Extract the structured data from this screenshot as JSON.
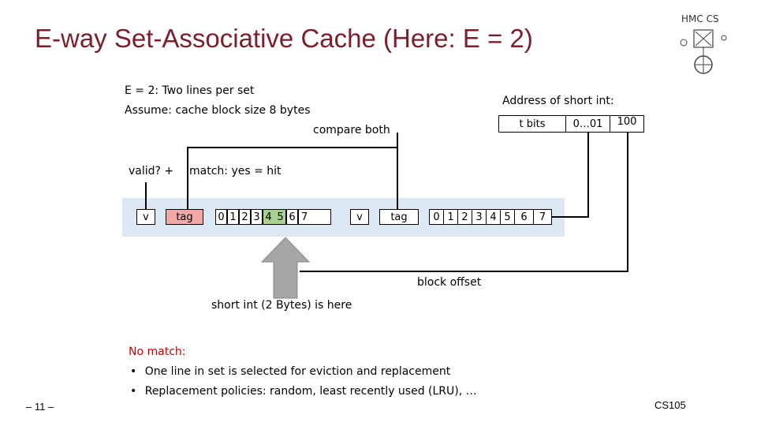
{
  "slide": {
    "title": "E-way Set-Associative Cache (Here: E = 2)",
    "line1": "E = 2: Two lines per set",
    "line2": "Assume: cache block size 8 bytes",
    "compare_label": "compare both",
    "address_label": "Address of short int:",
    "addr_t_bits": "t bits",
    "addr_set": "0…01",
    "addr_offset": "100",
    "valid_label": "valid?  +",
    "match_label": "match: yes = hit",
    "line_a": {
      "v": "v",
      "tag": "tag",
      "bytes": [
        "0",
        "1",
        "2",
        "3",
        "4",
        "5",
        "6",
        "7"
      ]
    },
    "line_b": {
      "v": "v",
      "tag": "tag",
      "bytes": [
        "0",
        "1",
        "2",
        "3",
        "4",
        "5",
        "6",
        "7"
      ]
    },
    "block_offset_label": "block offset",
    "short_int_label": "short int (2 Bytes) is here",
    "no_match_title": "No match:",
    "bullets": [
      "One line in set is selected for eviction and replacement",
      "Replacement policies: random, least recently used (LRU), …"
    ],
    "page_number": "– 11 –",
    "course": "CS105",
    "logo_text": "HMC CS",
    "colors": {
      "title": "#7a1f2b",
      "set_bg": "#dde8f5",
      "tag_fill": "#f4a7a7",
      "highlight": "#a9d18e",
      "arrow": "#a6a6a6"
    }
  }
}
